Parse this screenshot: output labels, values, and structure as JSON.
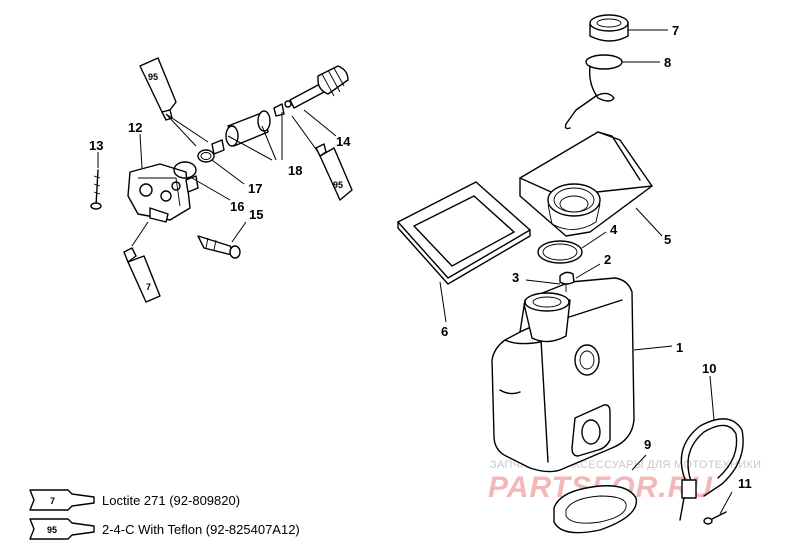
{
  "callouts": {
    "c1": "1",
    "c2": "2",
    "c3": "3",
    "c4": "4",
    "c5": "5",
    "c6": "6",
    "c7": "7",
    "c8": "8",
    "c9": "9",
    "c10": "10",
    "c11": "11",
    "c12": "12",
    "c13": "13",
    "c14": "14",
    "c15": "15",
    "c16": "16",
    "c17": "17",
    "c18": "18"
  },
  "tubes": {
    "t95a": "95",
    "t95b": "95",
    "t7": "7"
  },
  "legend": [
    {
      "tube": "7",
      "text": "Loctite 271 (92-809820)"
    },
    {
      "tube": "95",
      "text": "2-4-C  With Teflon (92-825407A12)"
    }
  ],
  "watermark": {
    "line1": "ЗАПЧАСТИ И АКСЕССУАРЫ ДЛЯ МОТОТЕХНИКИ",
    "line2": "PARTSFOR.RU"
  }
}
